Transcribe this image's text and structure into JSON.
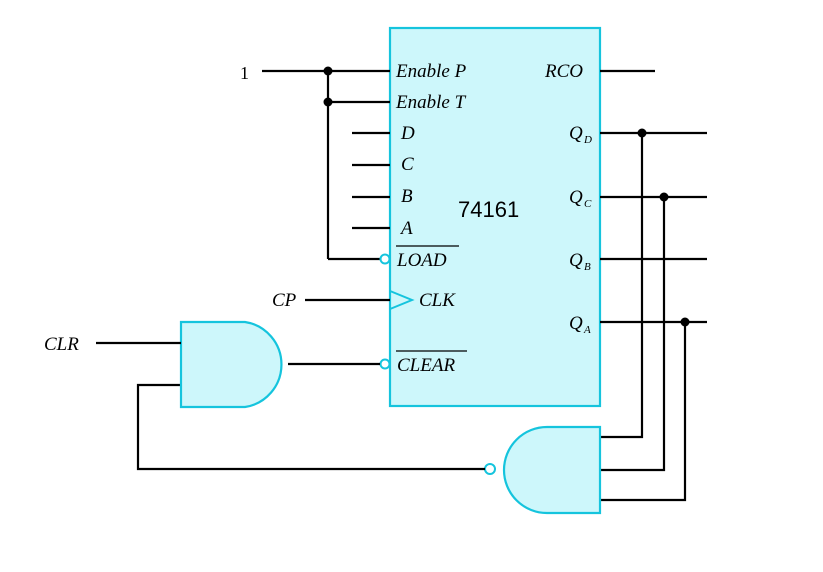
{
  "chip": {
    "part_number": "74161",
    "inputs": {
      "enable_p": "Enable P",
      "enable_t": "Enable T",
      "d": "D",
      "c": "C",
      "b": "B",
      "a": "A",
      "load": "LOAD",
      "clk": "CLK",
      "clear": "CLEAR"
    },
    "outputs": {
      "rco": "RCO",
      "qd": {
        "main": "Q",
        "sub": "D"
      },
      "qc": {
        "main": "Q",
        "sub": "C"
      },
      "qb": {
        "main": "Q",
        "sub": "B"
      },
      "qa": {
        "main": "Q",
        "sub": "A"
      }
    }
  },
  "signals": {
    "constant_one": "1",
    "cp": "CP",
    "clr": "CLR"
  },
  "colors": {
    "fill": "#cdf7fb",
    "outline": "#15c4dd",
    "wire": "#000000"
  }
}
